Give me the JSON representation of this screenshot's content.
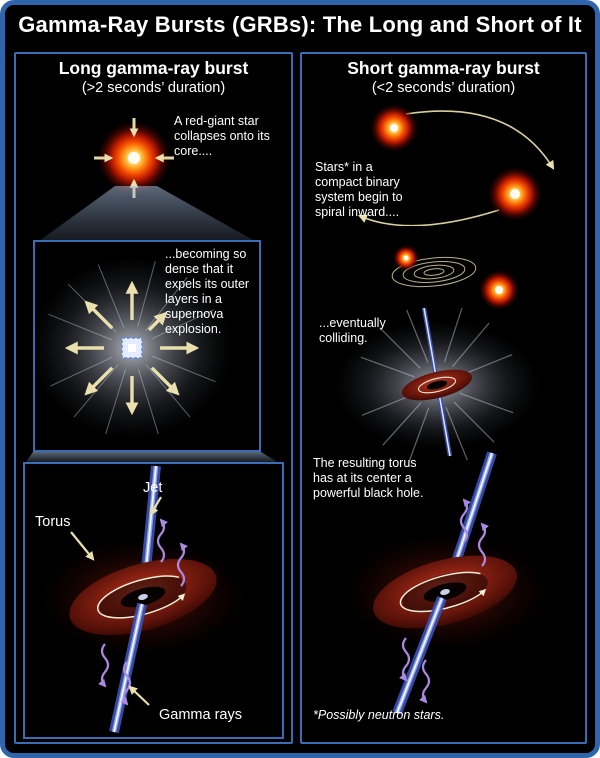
{
  "title": "Gamma-Ray Bursts (GRBs): The Long and Short of It",
  "left_panel": {
    "heading": "Long gamma-ray burst",
    "subheading": "(>2 seconds’ duration)",
    "collapse_caption": "A red-giant star collapses onto its core....",
    "supernova_caption": "...becoming so dense that it expels its outer layers in a supernova explosion.",
    "jet_label": "Jet",
    "torus_label": "Torus",
    "gamma_rays_label": "Gamma rays"
  },
  "right_panel": {
    "heading": "Short gamma-ray burst",
    "subheading": "(<2 seconds’ duration)",
    "binary_caption": "Stars* in a compact binary system begin to spiral inward....",
    "colliding_caption": "...eventually colliding.",
    "torus_caption": "The resulting torus has at its center a powerful black hole.",
    "footnote": "*Possibly neutron stars."
  },
  "colors": {
    "background": "#000000",
    "frame_blue": "#2f65ad",
    "panel_border_blue": "#3b6db6",
    "text_white": "#ffffff",
    "arrow_cream": "#e9e0ad",
    "star_orange": "#ff5a00",
    "torus_red": "#8a2112",
    "jet_blue": "#3a50b0",
    "gamma_ray_purple": "#a98ae0"
  }
}
